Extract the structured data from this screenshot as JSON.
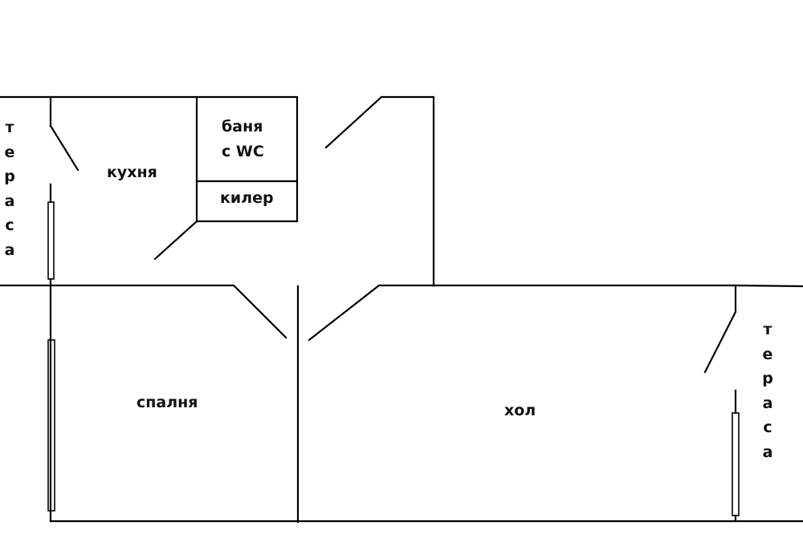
{
  "rooms": {
    "kitchen": "кухня",
    "bathroom_line1": "баня",
    "bathroom_line2": "с WC",
    "storage": "килер",
    "bedroom": "спалня",
    "living_room": "хол",
    "terrace_left": "тераса",
    "terrace_right": "тераса"
  }
}
